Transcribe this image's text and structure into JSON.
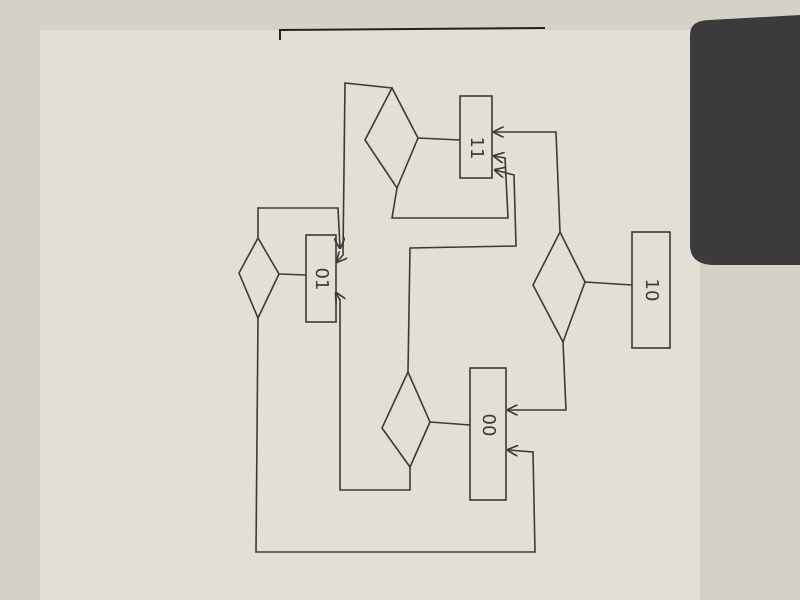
{
  "diagram": {
    "state_labels": {
      "s10": "10",
      "s00": "00",
      "s01": "01",
      "s11": "11"
    }
  },
  "colors": {
    "paper": "#e2ddd3",
    "ink": "#3a3a3a",
    "shadow": "#3b3b3b",
    "background": "#d9d4ca"
  }
}
